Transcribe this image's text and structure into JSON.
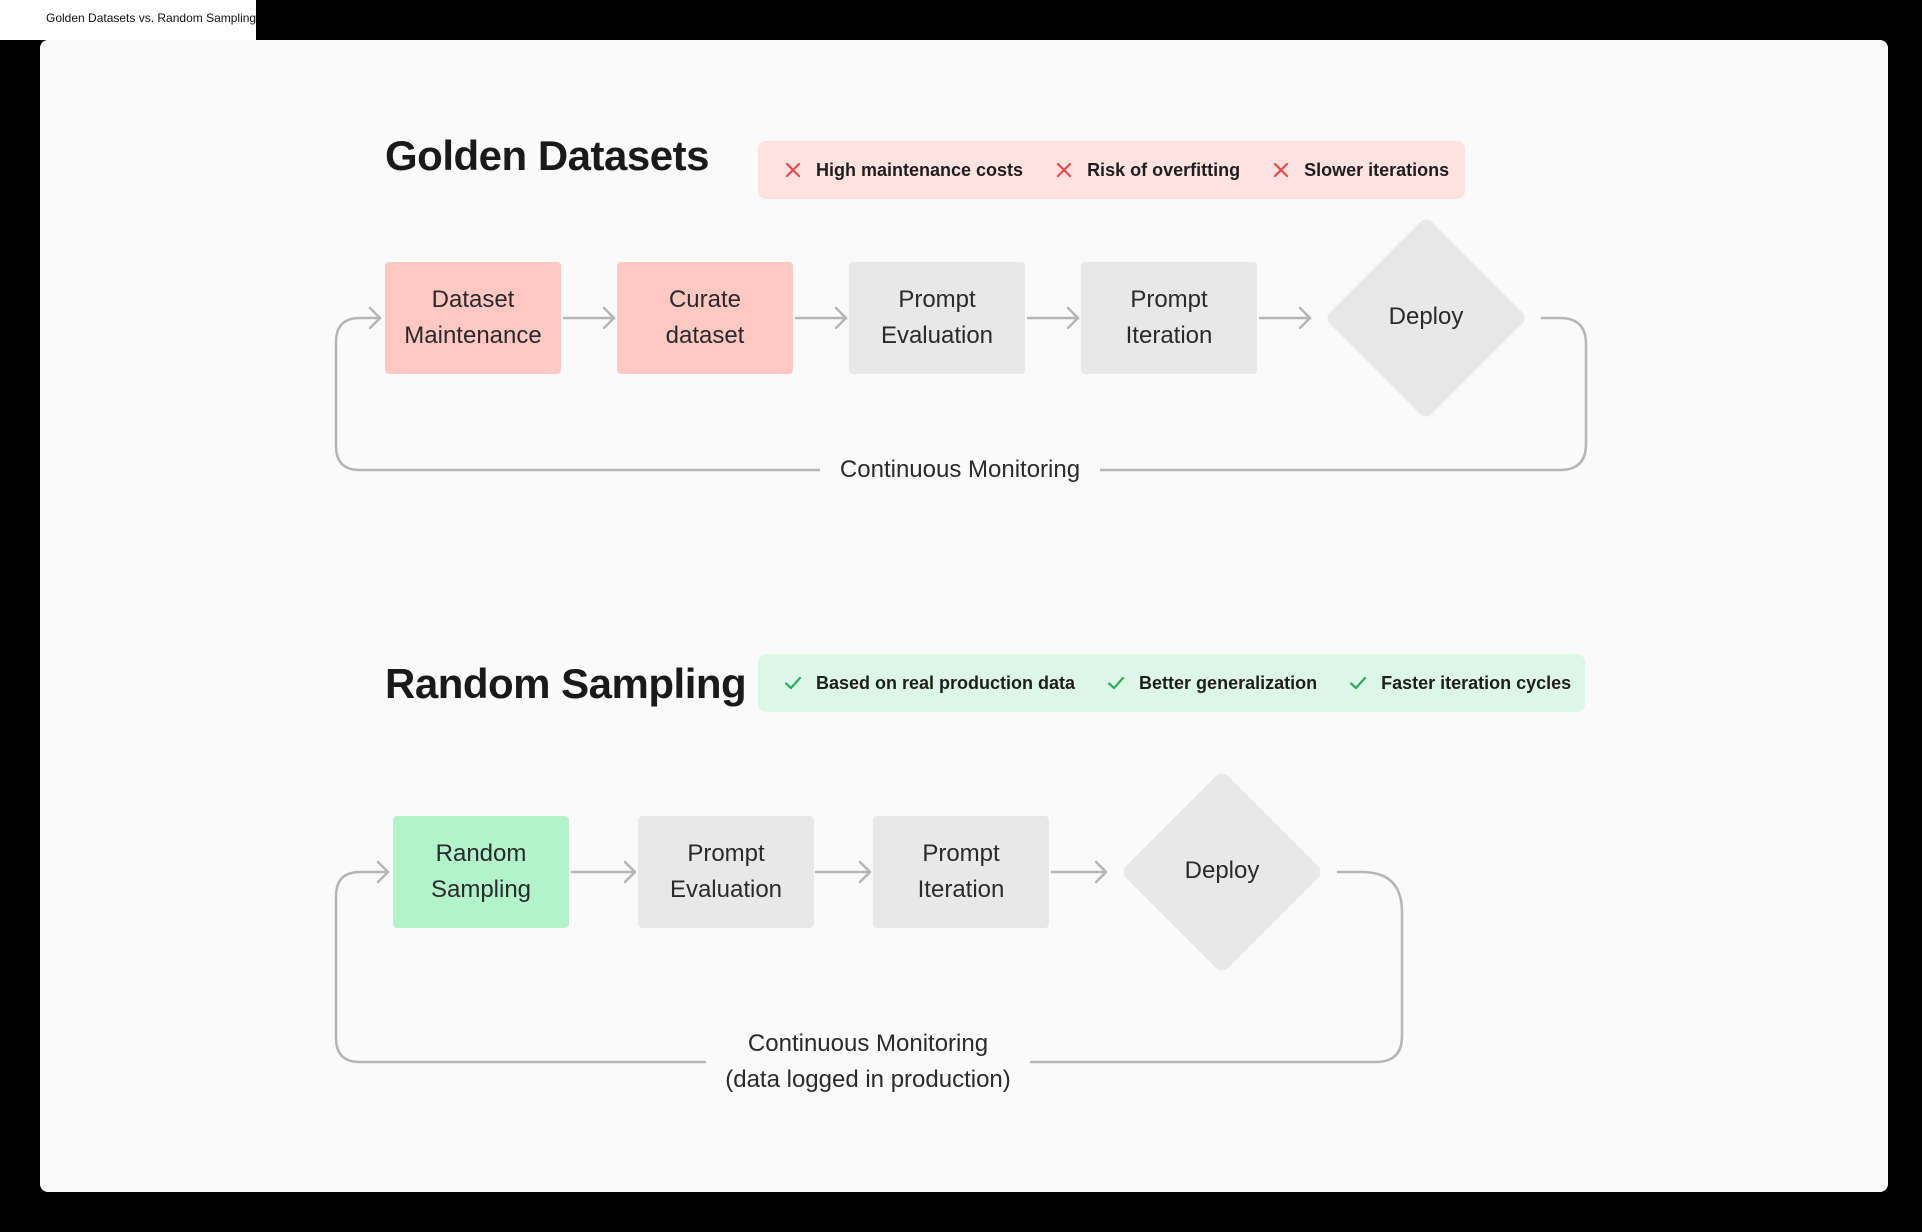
{
  "window": {
    "tab_title": "Golden Datasets vs. Random Sampling"
  },
  "golden": {
    "title": "Golden Datasets",
    "drawbacks": [
      "High maintenance costs",
      "Risk of overfitting",
      "Slower iterations"
    ],
    "steps": [
      {
        "line1": "Dataset",
        "line2": "Maintenance"
      },
      {
        "line1": "Curate",
        "line2": "dataset"
      },
      {
        "line1": "Prompt",
        "line2": "Evaluation"
      },
      {
        "line1": "Prompt",
        "line2": "Iteration"
      }
    ],
    "deploy": "Deploy",
    "loop_line1": "Continuous Monitoring"
  },
  "random": {
    "title": "Random Sampling",
    "benefits": [
      "Based on real production data",
      "Better generalization",
      "Faster iteration cycles"
    ],
    "steps": [
      {
        "line1": "Random",
        "line2": "Sampling"
      },
      {
        "line1": "Prompt",
        "line2": "Evaluation"
      },
      {
        "line1": "Prompt",
        "line2": "Iteration"
      }
    ],
    "deploy": "Deploy",
    "loop_line1": "Continuous Monitoring",
    "loop_line2": "(data logged in production)"
  },
  "colors": {
    "drawback_bg": "#fde2e0",
    "drawback_icon": "#e5484d",
    "benefit_bg": "#dcf7e6",
    "benefit_icon": "#2eaa63",
    "highlight_red": "#ffc8c3",
    "highlight_green": "#b2f3cb",
    "neutral_step": "#e8e8e8",
    "connector": "#b5b5b5"
  },
  "icons": {
    "drawback": "x-icon",
    "benefit": "check-icon",
    "flow": "arrow-right-icon"
  }
}
